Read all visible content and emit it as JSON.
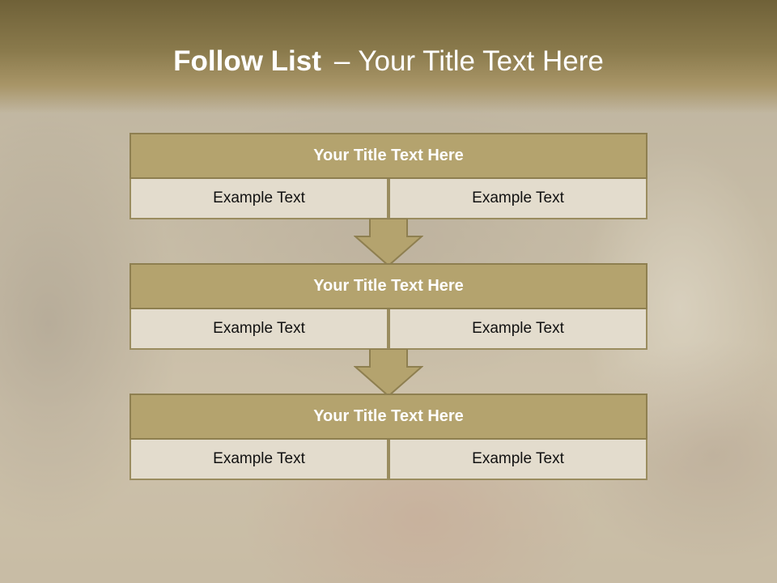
{
  "slide": {
    "title_bold": "Follow List",
    "title_dash": "–",
    "title_rest": "Your Title Text Here"
  },
  "blocks": [
    {
      "title": "Your Title Text Here",
      "left_text": "Example Text",
      "right_text": "Example Text"
    },
    {
      "title": "Your Title Text Here",
      "left_text": "Example Text",
      "right_text": "Example Text"
    },
    {
      "title": "Your Title Text Here",
      "left_text": "Example Text",
      "right_text": "Example Text"
    }
  ],
  "colors": {
    "header": "#8a7a4c",
    "block_title": "#b4a36e",
    "block_border": "#8e7f50",
    "cell_fill": "#e3dccd"
  }
}
